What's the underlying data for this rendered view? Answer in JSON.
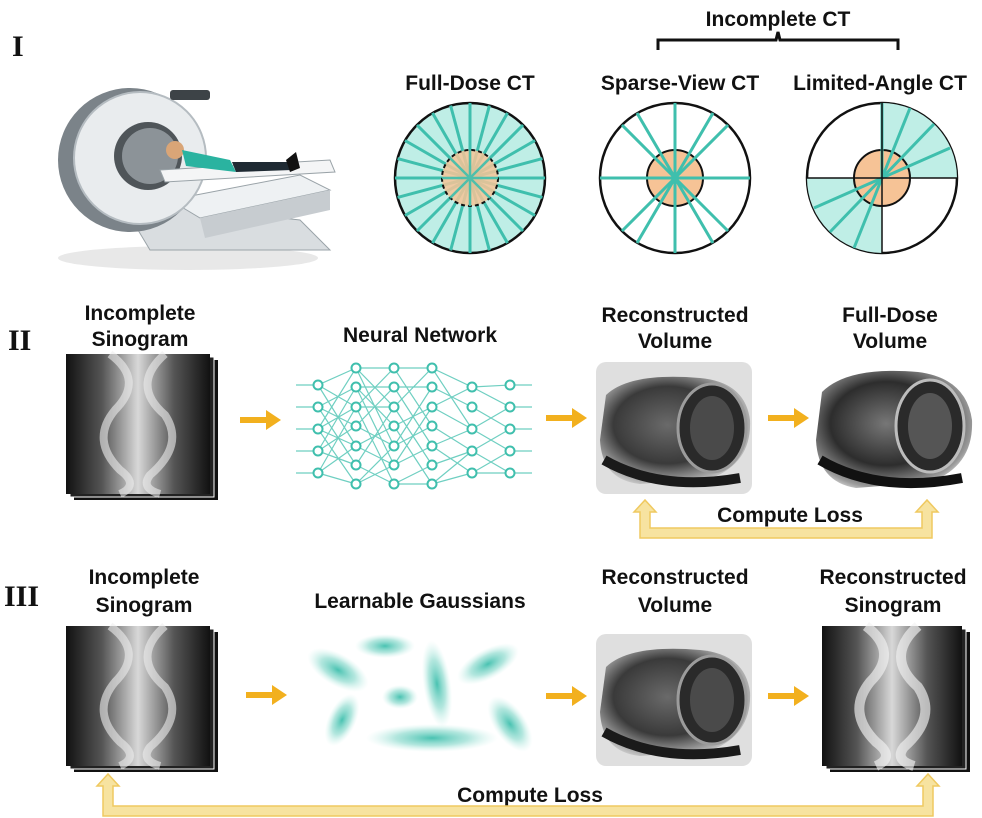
{
  "rows": {
    "row1": {
      "numeral": "I"
    },
    "row2": {
      "numeral": "II"
    },
    "row3": {
      "numeral": "III"
    }
  },
  "ct_types": {
    "full_dose": "Full-Dose CT",
    "sparse_view": "Sparse-View CT",
    "limited_angle": "Limited-Angle CT",
    "incomplete_group": "Incomplete CT"
  },
  "row2": {
    "input_line1": "Incomplete",
    "input_line2": "Sinogram",
    "network": "Neural Network",
    "output_line1": "Reconstructed",
    "output_line2": "Volume",
    "target_line1": "Full-Dose",
    "target_line2": "Volume",
    "loss": "Compute Loss"
  },
  "row3": {
    "input_line1": "Incomplete",
    "input_line2": "Sinogram",
    "gaussians": "Learnable Gaussians",
    "output_line1": "Reconstructed",
    "output_line2": "Volume",
    "sino_line1": "Reconstructed",
    "sino_line2": "Sinogram",
    "loss": "Compute Loss"
  },
  "colors": {
    "teal": "#3fbfad",
    "teal_fill": "#bfeee6",
    "peach": "#f6c396",
    "arrow": "#f2b01e",
    "loss_arrow": "#f7e3a0"
  }
}
